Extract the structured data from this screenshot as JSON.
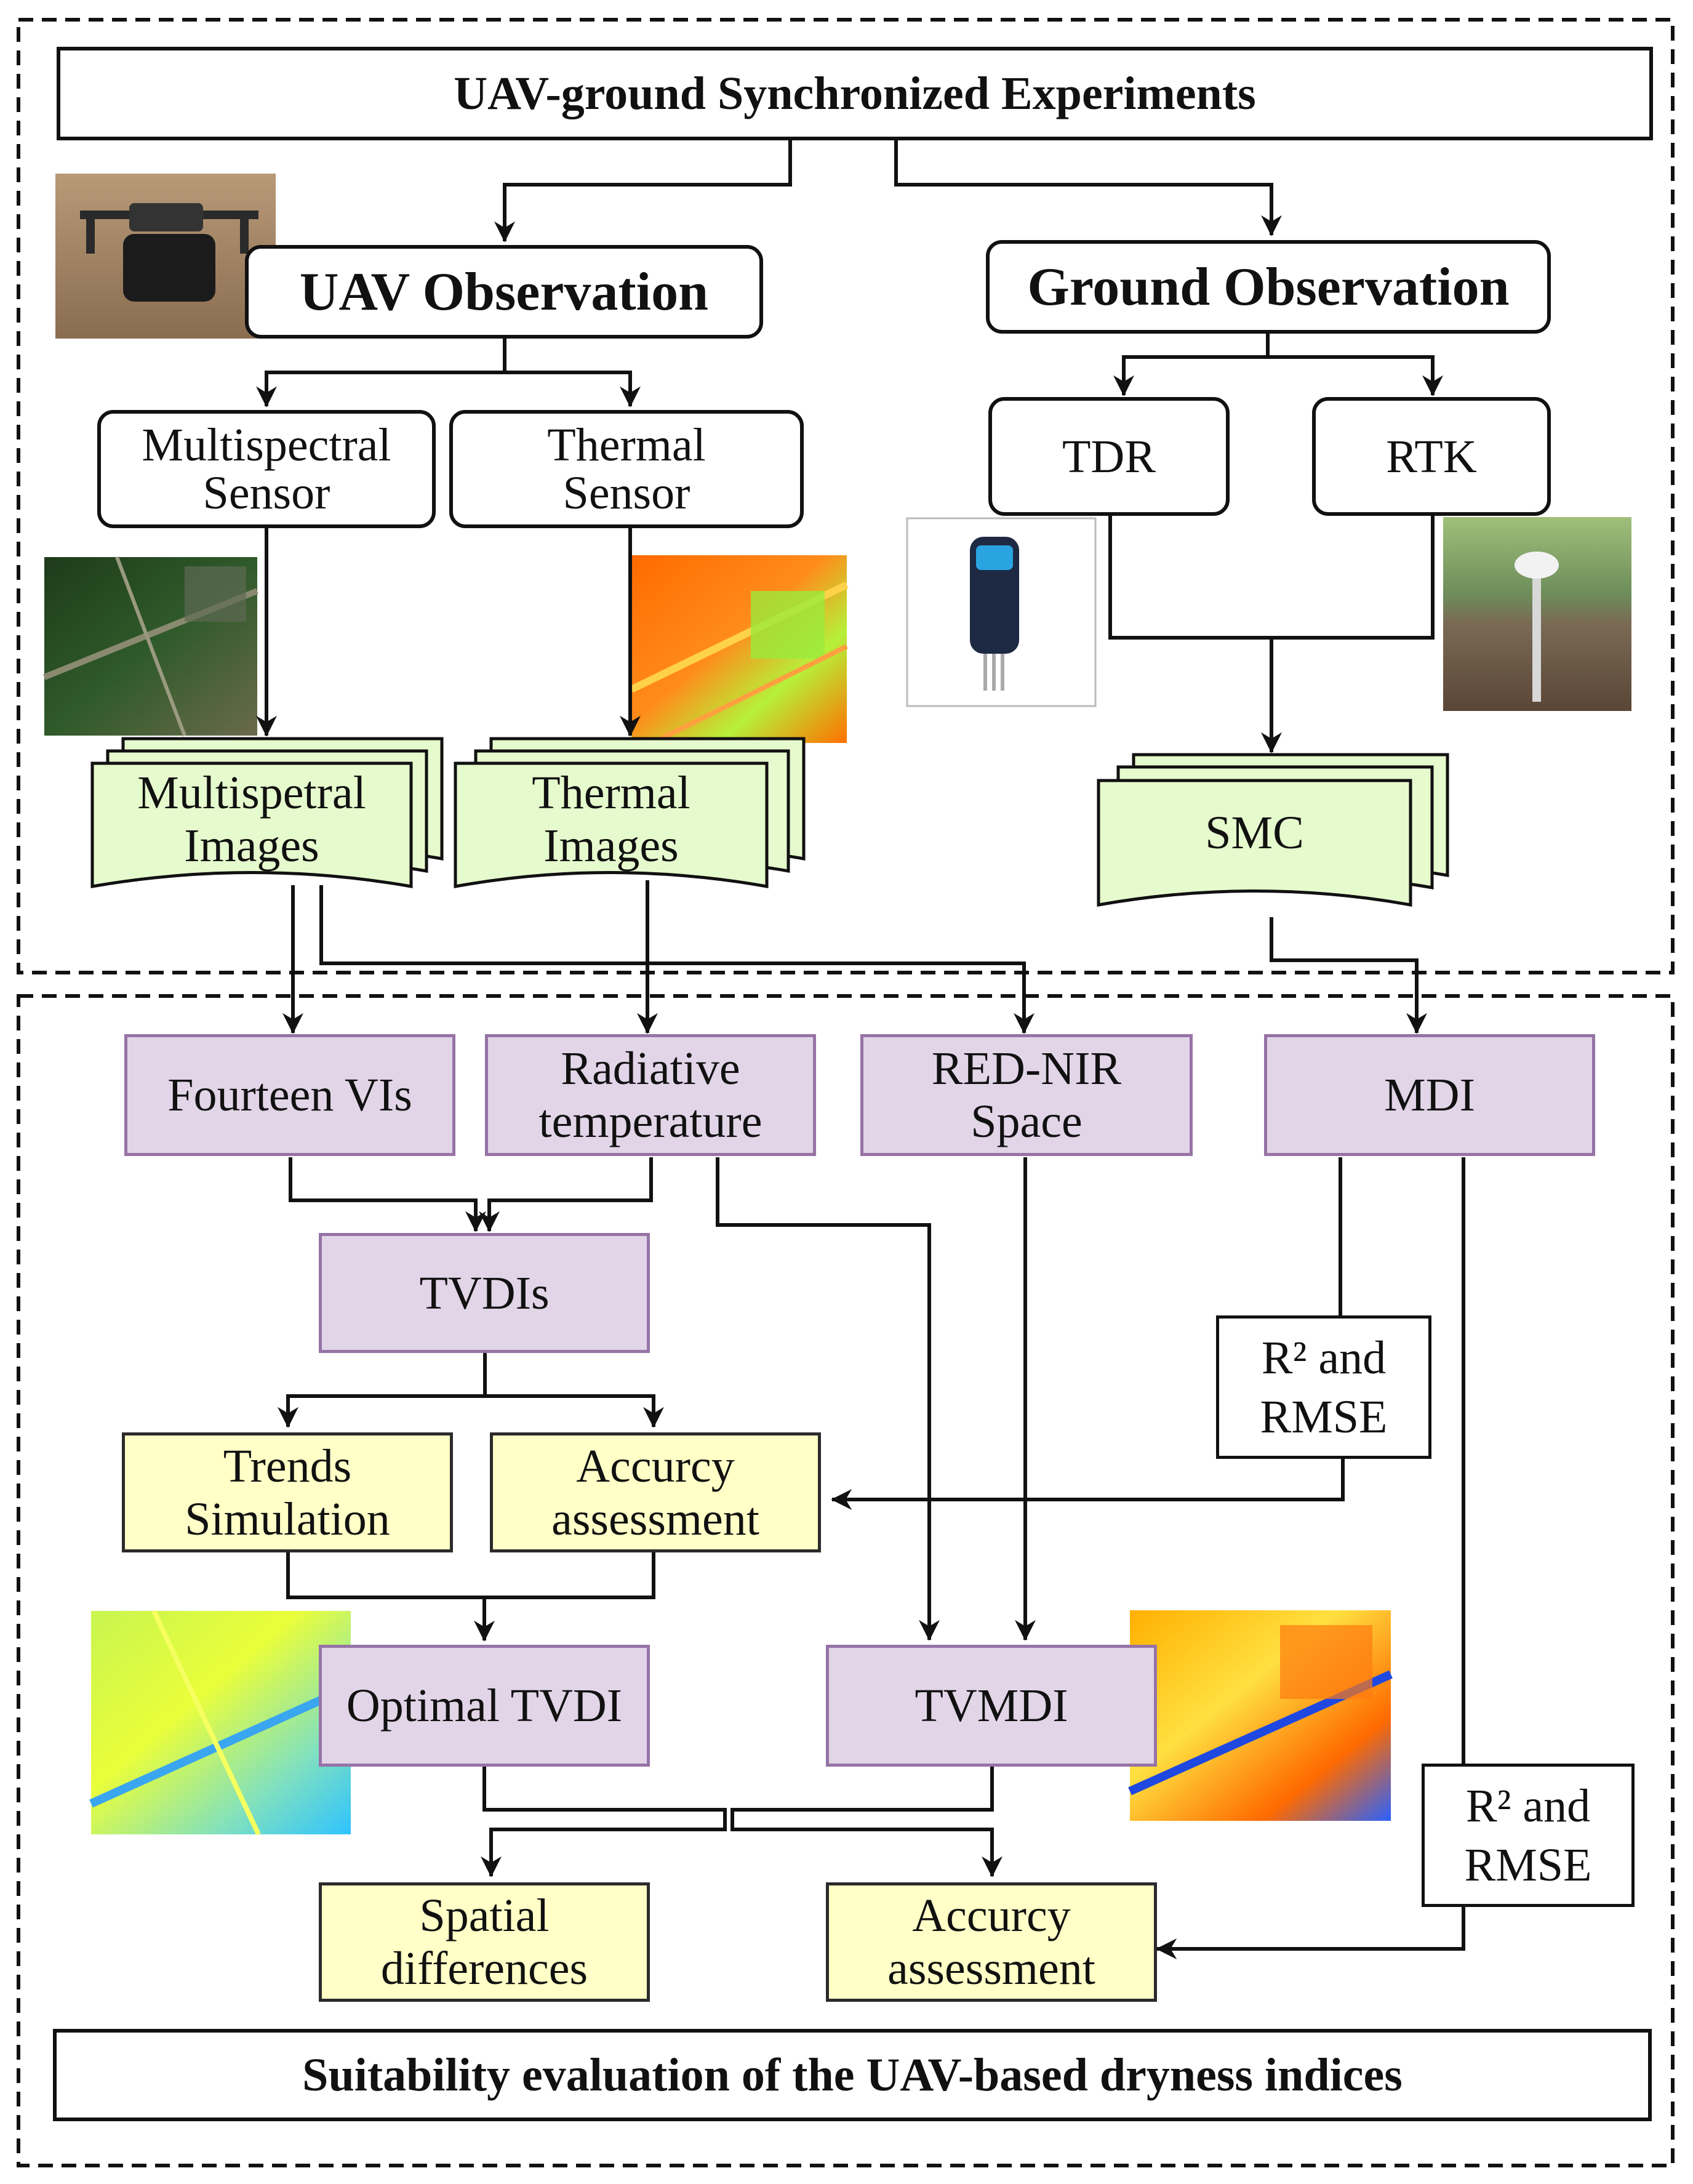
{
  "header": {
    "title": "UAV-ground Synchronized Experiments"
  },
  "footer": {
    "title": "Suitability evaluation of the UAV-based dryness indices"
  },
  "nodes": {
    "uav_observation": "UAV Observation",
    "ground_observation": "Ground Observation",
    "multispectral_sensor": "Multispectral\nSensor",
    "thermal_sensor": "Thermal\nSensor",
    "tdr": "TDR",
    "rtk": "RTK",
    "multispectral_images": "Multispetral\nImages",
    "thermal_images": "Thermal\nImages",
    "smc": "SMC",
    "fourteen_vis": "Fourteen VIs",
    "radiative_temperature": "Radiative\ntemperature",
    "red_nir_space": "RED-NIR\nSpace",
    "mdi": "MDI",
    "tvdis": "TVDIs",
    "r2_rmse_1": "R² and\nRMSE",
    "trends_simulation": "Trends\nSimulation",
    "accuracy_assessment_1": "Accurcy\nassessment",
    "optimal_tvdi": "Optimal TVDI",
    "tvmdi": "TVMDI",
    "r2_rmse_2": "R² and\nRMSE",
    "spatial_differences": "Spatial\ndifferences",
    "accuracy_assessment_2": "Accurcy\nassessment"
  },
  "colors": {
    "process_fill": "#e1d5e7",
    "process_border": "#9673a6",
    "result_fill": "#ffffc7",
    "data_fill": "#e6fbcd",
    "line": "#111111"
  },
  "images": {
    "drone_photo": "uav-drone-photo",
    "tdr_probe_photo": "tdr-probe-photo",
    "rtk_photo": "rtk-receiver-photo",
    "rgb_map": "multispectral-rgb-map",
    "thermal_map": "thermal-map",
    "tvdi_map": "optimal-tvdi-map",
    "tvmdi_map": "tvmdi-map"
  }
}
